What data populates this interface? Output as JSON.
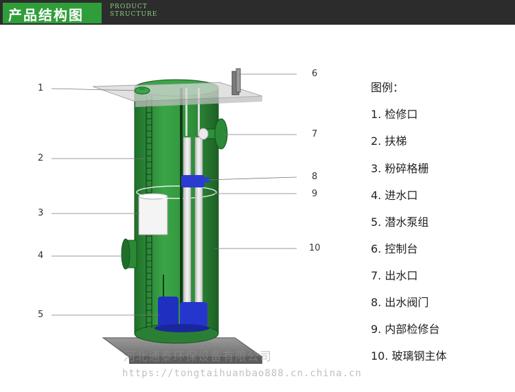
{
  "header": {
    "title": "产品结构图",
    "subtitle_line1": "PRODUCT",
    "subtitle_line2": "STRUCTURE"
  },
  "callout_numbers": [
    "1",
    "2",
    "3",
    "4",
    "5",
    "6",
    "7",
    "8",
    "9",
    "10"
  ],
  "legend": {
    "title": "图例：",
    "items": [
      "1. 检修口",
      "2. 扶梯",
      "3. 粉碎格栅",
      "4. 进水口",
      "5. 潜水泵组",
      "6. 控制台",
      "7. 出水口",
      "8. 出水阀门",
      "9. 内部检修台",
      "10. 玻璃钢主体"
    ]
  },
  "watermark": {
    "company": "河北通泰环保设备有限公司",
    "url": "https://tongtaihuanbao888.cn.china.cn"
  },
  "colors": {
    "header_bg": "#2c2c2c",
    "header_accent": "#2f9e3a",
    "tank_green": "#2f8f3a",
    "pump_blue": "#1f2fbf",
    "pipe_white": "#e8e8e8"
  }
}
